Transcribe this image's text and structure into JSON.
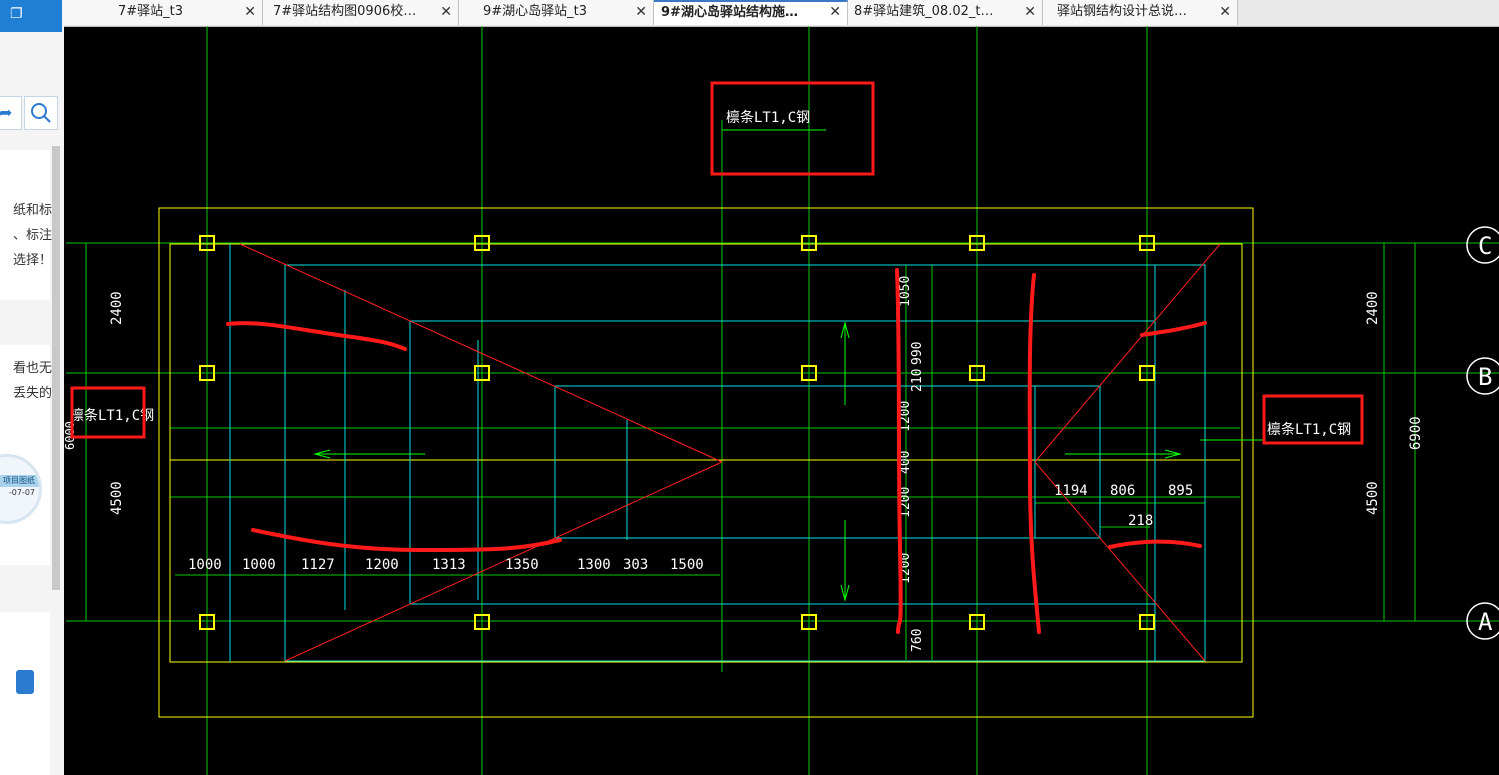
{
  "tabs": [
    {
      "label": "7#驿站_t3",
      "active": false
    },
    {
      "label": "7#驿站结构图0906校…",
      "active": false
    },
    {
      "label": "9#湖心岛驿站_t3",
      "active": false
    },
    {
      "label": "9#湖心岛驿站结构施…",
      "active": true
    },
    {
      "label": "8#驿站建筑_08.02_t…",
      "active": false
    },
    {
      "label": "驿站钢结构设计总说…",
      "active": false
    }
  ],
  "tab_close_glyph": "✕",
  "left_panel": {
    "restore_icon": "restore-icon",
    "text_lines_1": [
      "纸和标",
      "、标注",
      "选择！"
    ],
    "text_lines_2": [
      "看也无",
      "丢失的"
    ],
    "badge_text": "项目图纸",
    "badge_date": "-07-07"
  },
  "drawing": {
    "axis_labels": [
      "C",
      "B",
      "A"
    ],
    "left_dims": [
      "2400",
      "4500"
    ],
    "right_dims": [
      "2400",
      "4500"
    ],
    "total_dim": "6900",
    "bottom_dims": [
      "1000",
      "1000",
      "1127",
      "1200",
      "1313",
      "1350",
      "1300",
      "303",
      "1500"
    ],
    "vertical_dims": [
      "1050",
      "990",
      "210",
      "1200",
      "400",
      "1200",
      "1200",
      "760"
    ],
    "right_row_dims": [
      "1194",
      "806",
      "895"
    ],
    "right_sub_dim": "218",
    "member_label": "檩条LT1,C钢",
    "left_edge_text": "6000"
  },
  "colors": {
    "background": "#000000",
    "axis_line": "#00ff00",
    "outline": "#ffff00",
    "beam": "#00ffff",
    "diagonal": "#ff0000",
    "markup": "#ff1a1a",
    "text": "#ffffff"
  }
}
